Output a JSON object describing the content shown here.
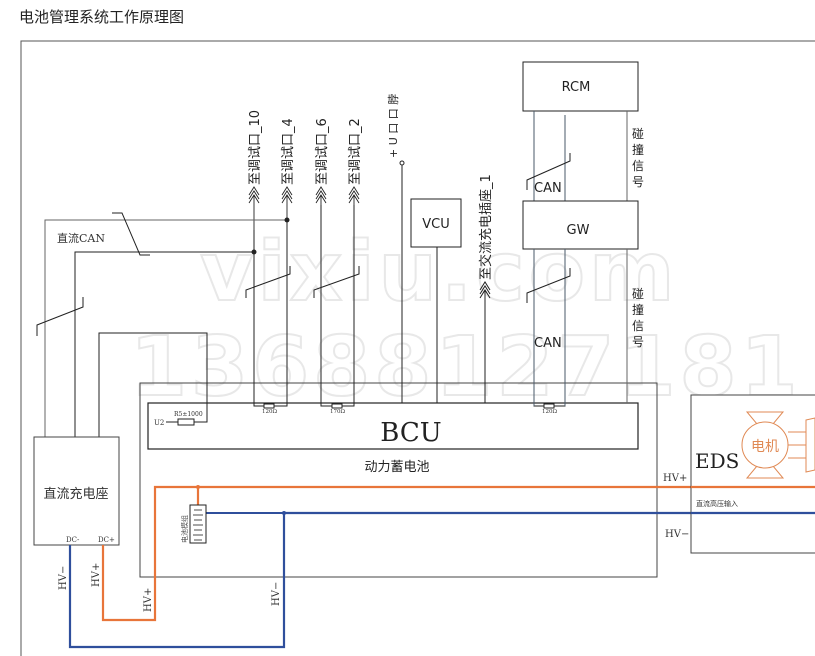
{
  "page": {
    "title": "电池管理系统工作原理图"
  },
  "colors": {
    "hv_positive": "#e8753a",
    "hv_negative": "#2f4f9c",
    "line": "#222222",
    "frame": "#555555"
  },
  "modules": {
    "rcm": "RCM",
    "gw": "GW",
    "vcu": "VCU",
    "bcu": "BCU",
    "eds": "EDS",
    "motor": "电机",
    "battery_pack": "动力蓄电池",
    "dc_charge_port": "直流充电座",
    "battery_module": "电池模组"
  },
  "signals": {
    "debug_ports": [
      "至调试口_10",
      "至调试口_4",
      "至调试口_6",
      "至调试口_2"
    ],
    "u_port": "+ U 口 口 脖",
    "ac_charge": "至交流充电插座_1",
    "dc_can": "直流CAN",
    "can_upper": "CAN",
    "can_lower": "CAN",
    "collision_upper": "碰撞信号",
    "collision_lower": "碰撞信号",
    "dc_minus": "DC-",
    "dc_plus": "DC+",
    "hv_minus_charge": "HV−",
    "hv_plus_charge": "HV+",
    "hv_plus_pack": "HV+",
    "hv_minus_pack": "HV−",
    "hv_plus_eds": "HV+",
    "hv_minus_eds": "HV−",
    "dc_hv_input": "直流高压输入"
  },
  "components": {
    "u2": "U2",
    "resistor_u2": "R5±1000",
    "resistor_1": "120Ω",
    "resistor_2": "170Ω",
    "resistor_3": "120Ω"
  },
  "watermark": {
    "line1": "vixiu.com",
    "line2": "13688127181"
  }
}
